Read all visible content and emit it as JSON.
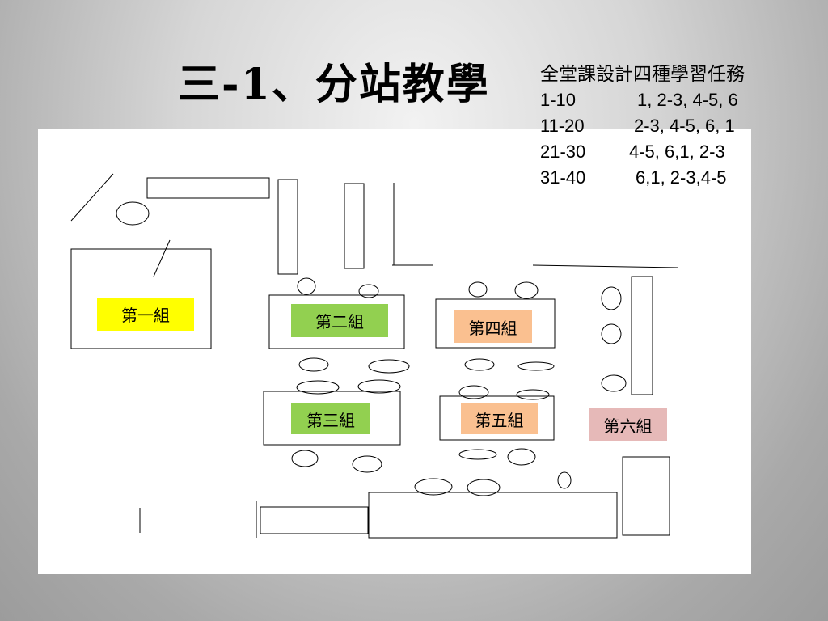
{
  "slide": {
    "title": "三-1、分站教學"
  },
  "tasks": {
    "heading": "全堂課設計四種學習任務",
    "rows": [
      {
        "range": "1-10",
        "order": "1, 2-3, 4-5, 6"
      },
      {
        "range": "11-20",
        "order": "2-3, 4-5, 6, 1"
      },
      {
        "range": "21-30",
        "order": "4-5, 6,1, 2-3"
      },
      {
        "range": "31-40",
        "order": "6,1, 2-3,4-5"
      }
    ]
  },
  "groups": [
    {
      "label": "第一組",
      "color": "#ffff00"
    },
    {
      "label": "第二組",
      "color": "#92d050"
    },
    {
      "label": "第三組",
      "color": "#92d050"
    },
    {
      "label": "第四組",
      "color": "#fac090"
    },
    {
      "label": "第五組",
      "color": "#fac090"
    },
    {
      "label": "第六組",
      "color": "#e6b9b8"
    }
  ]
}
